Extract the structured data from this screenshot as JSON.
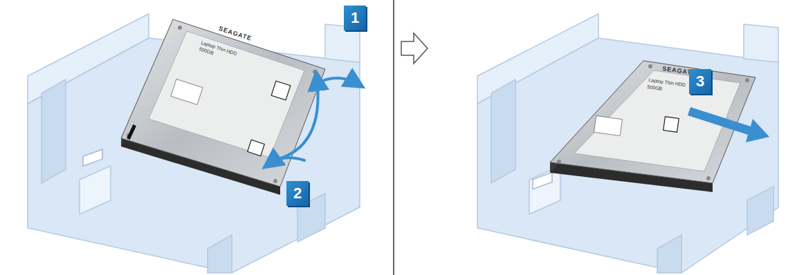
{
  "diagram": {
    "labels": [
      "SEAGATE",
      "Laptop Thin HDD",
      "500GB",
      "1",
      "2",
      "SEAGATE",
      "Laptop Thin HDD",
      "500GB",
      "3"
    ]
  }
}
